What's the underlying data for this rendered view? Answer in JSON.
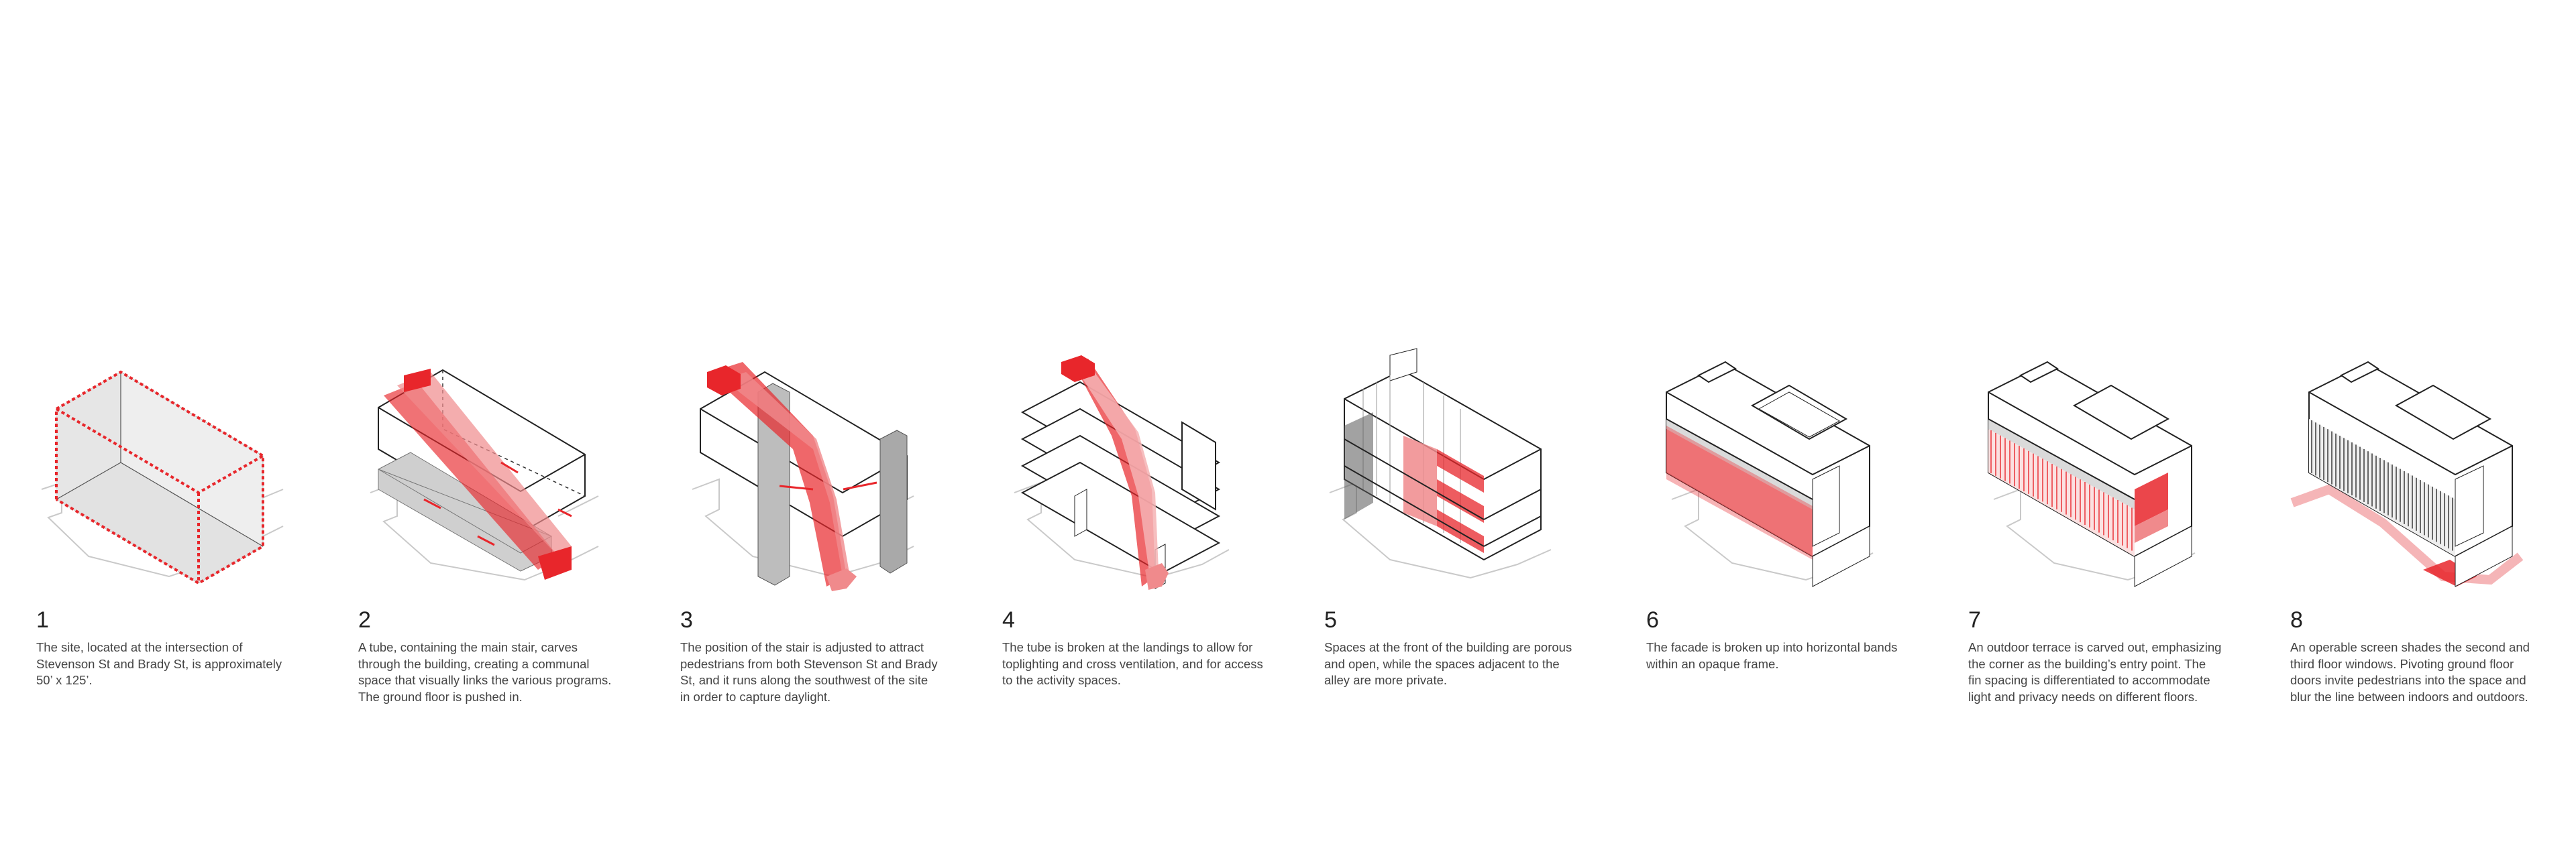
{
  "colors": {
    "accent": "#e8262b",
    "accent_fill": "#f08a8c",
    "line": "#222222",
    "ground": "#c9c9c9",
    "text": "#444444"
  },
  "steps": [
    {
      "number": "1",
      "text": "The site, located at the intersection of\nStevenson St and Brady St, is approximately\n50’ x 125’."
    },
    {
      "number": "2",
      "text": "A tube, containing the main stair, carves\nthrough the building, creating a communal\nspace that visually links the various programs.\nThe ground floor is pushed in."
    },
    {
      "number": "3",
      "text": "The position of the stair is adjusted to attract\npedestrians from both Stevenson St and Brady\nSt, and it runs along the southwest of the site\nin order to capture daylight."
    },
    {
      "number": "4",
      "text": "The tube is broken at the landings to allow for\ntoplighting and cross ventilation, and for access\nto the activity spaces."
    },
    {
      "number": "5",
      "text": "Spaces at the front of the building are porous\nand open, while the spaces adjacent to the\nalley are more private."
    },
    {
      "number": "6",
      "text": "The facade is broken up into horizontal bands\nwithin an opaque frame."
    },
    {
      "number": "7",
      "text": "An outdoor terrace is carved out, emphasizing\nthe corner as the building’s entry point. The\nfin spacing is differentiated to accommodate\nlight and privacy needs on different floors."
    },
    {
      "number": "8",
      "text": "An operable screen shades the second and\nthird floor windows.  Pivoting ground floor\ndoors invite pedestrians into the space and\nblur the line between indoors and outdoors."
    }
  ]
}
